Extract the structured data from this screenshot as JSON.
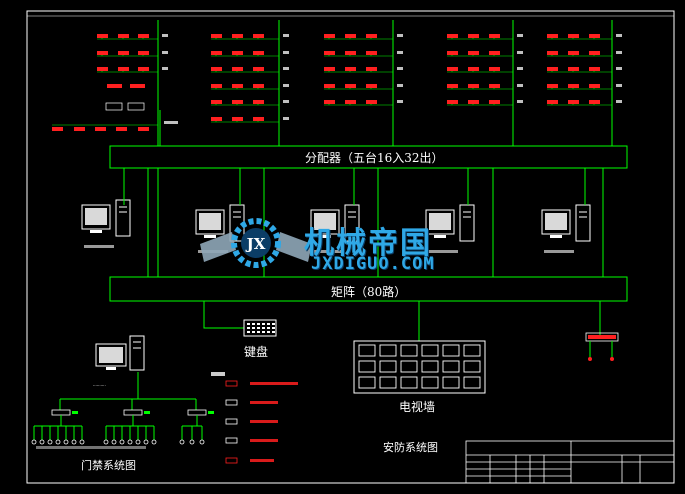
{
  "diagram": {
    "distributor_label": "分配器（五台16入32出）",
    "matrix_label": "矩阵（80路）",
    "keyboard_label": "键盘",
    "video_wall_label": "电视墙",
    "access_control_label": "门禁系统图",
    "security_system_label": "安防系统图",
    "watermark_main": "机械帝国",
    "watermark_sub": "JXDIGUO.COM",
    "watermark_emblem": "JX"
  },
  "colors": {
    "line": "#00ff00",
    "camera": "#ff2020",
    "text": "#ffffff",
    "frame": "#ffffff",
    "watermark": "#2fa8e6"
  }
}
